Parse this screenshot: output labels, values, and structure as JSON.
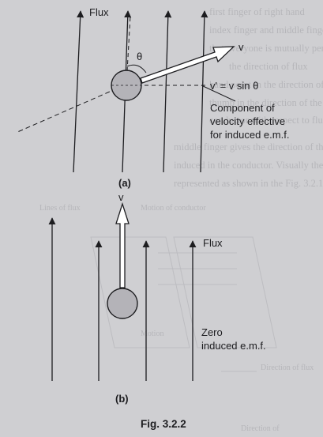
{
  "figure_a": {
    "flux_label": "Flux",
    "angle_label": "θ",
    "velocity_label": "v",
    "component_equation": "v' = v sin θ",
    "annotation_lines": [
      "Component of",
      "velocity effective",
      "for induced e.m.f."
    ],
    "panel_label": "(a)"
  },
  "figure_b": {
    "flux_label": "Flux",
    "velocity_label": "v",
    "annotation_lines": [
      "Zero",
      "induced e.m.f."
    ],
    "panel_label": "(b)"
  },
  "caption": "Fig. 3.2.2",
  "background_faint_text": {
    "top_paragraph_fragments": [
      "first finger of right hand",
      "index finger and middle finger",
      "that everyone is mutually perpendicular with the",
      "the direction of flux",
      "hand point in the direction of flux",
      "thumb in the direction of the relative motion",
      "conductor with respect to flux then the middle",
      "middle finger gives the direction of the e.m.f.",
      "induced in the conductor. Visually the rule can be",
      "represented as shown in the Fig. 3.2.1."
    ],
    "figure_labels": [
      "Lines of flux",
      "Motion of conductor",
      "Motion",
      "Direction of flux",
      "Direction of"
    ]
  },
  "colors": {
    "background": "#cfcfd2",
    "ink": "#1d1d20",
    "circle_fill": "#b4b3b8",
    "velocity_arrow_fill": "#ffffff",
    "faint_text": "#b6b6ba"
  }
}
